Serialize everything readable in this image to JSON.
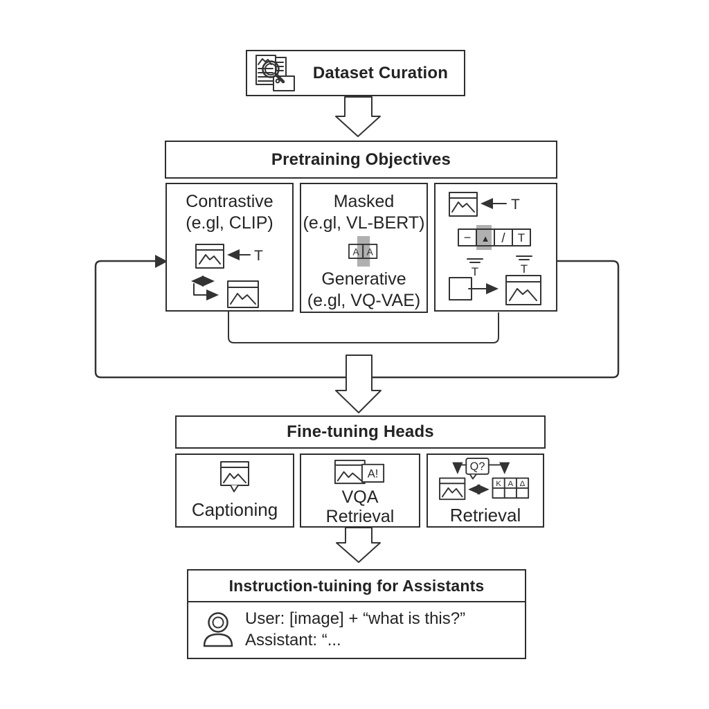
{
  "colors": {
    "ink": "#2e2e2e",
    "line": "#333333",
    "background": "#ffffff",
    "gray_highlight": "#9c9c9c"
  },
  "nodes": {
    "dataset_curation": {
      "title": "Dataset Curation"
    },
    "pretraining": {
      "header": "Pretraining Objectives",
      "contrastive": {
        "line1": "Contrastive",
        "line2": "(e.gl, CLIP)"
      },
      "masked": {
        "line1": "Masked",
        "line2": "(e.gl, VL-BERT)",
        "glyph": "A"
      },
      "generative": {
        "line1": "Generative",
        "line2": "(e.gl, VQ-VAE)"
      },
      "glyphs": {
        "t": "T"
      },
      "visual": {
        "cells": [
          "−",
          "▲",
          "/",
          "T"
        ]
      }
    },
    "finetuning": {
      "header": "Fine-tuning Heads",
      "captioning": {
        "label": "Captioning"
      },
      "vqa": {
        "line1": "VQA",
        "line2": "Retrieval",
        "badge": "A!"
      },
      "retrieval": {
        "label": "Retrieval",
        "question": "Q?",
        "grid": [
          "K",
          "A",
          "Δ"
        ]
      }
    },
    "instruction": {
      "header": "Instruction-tuining for Assistants",
      "user_line": "User: [image] + “what is this?”",
      "assistant_line": "Assistant: “..."
    }
  }
}
